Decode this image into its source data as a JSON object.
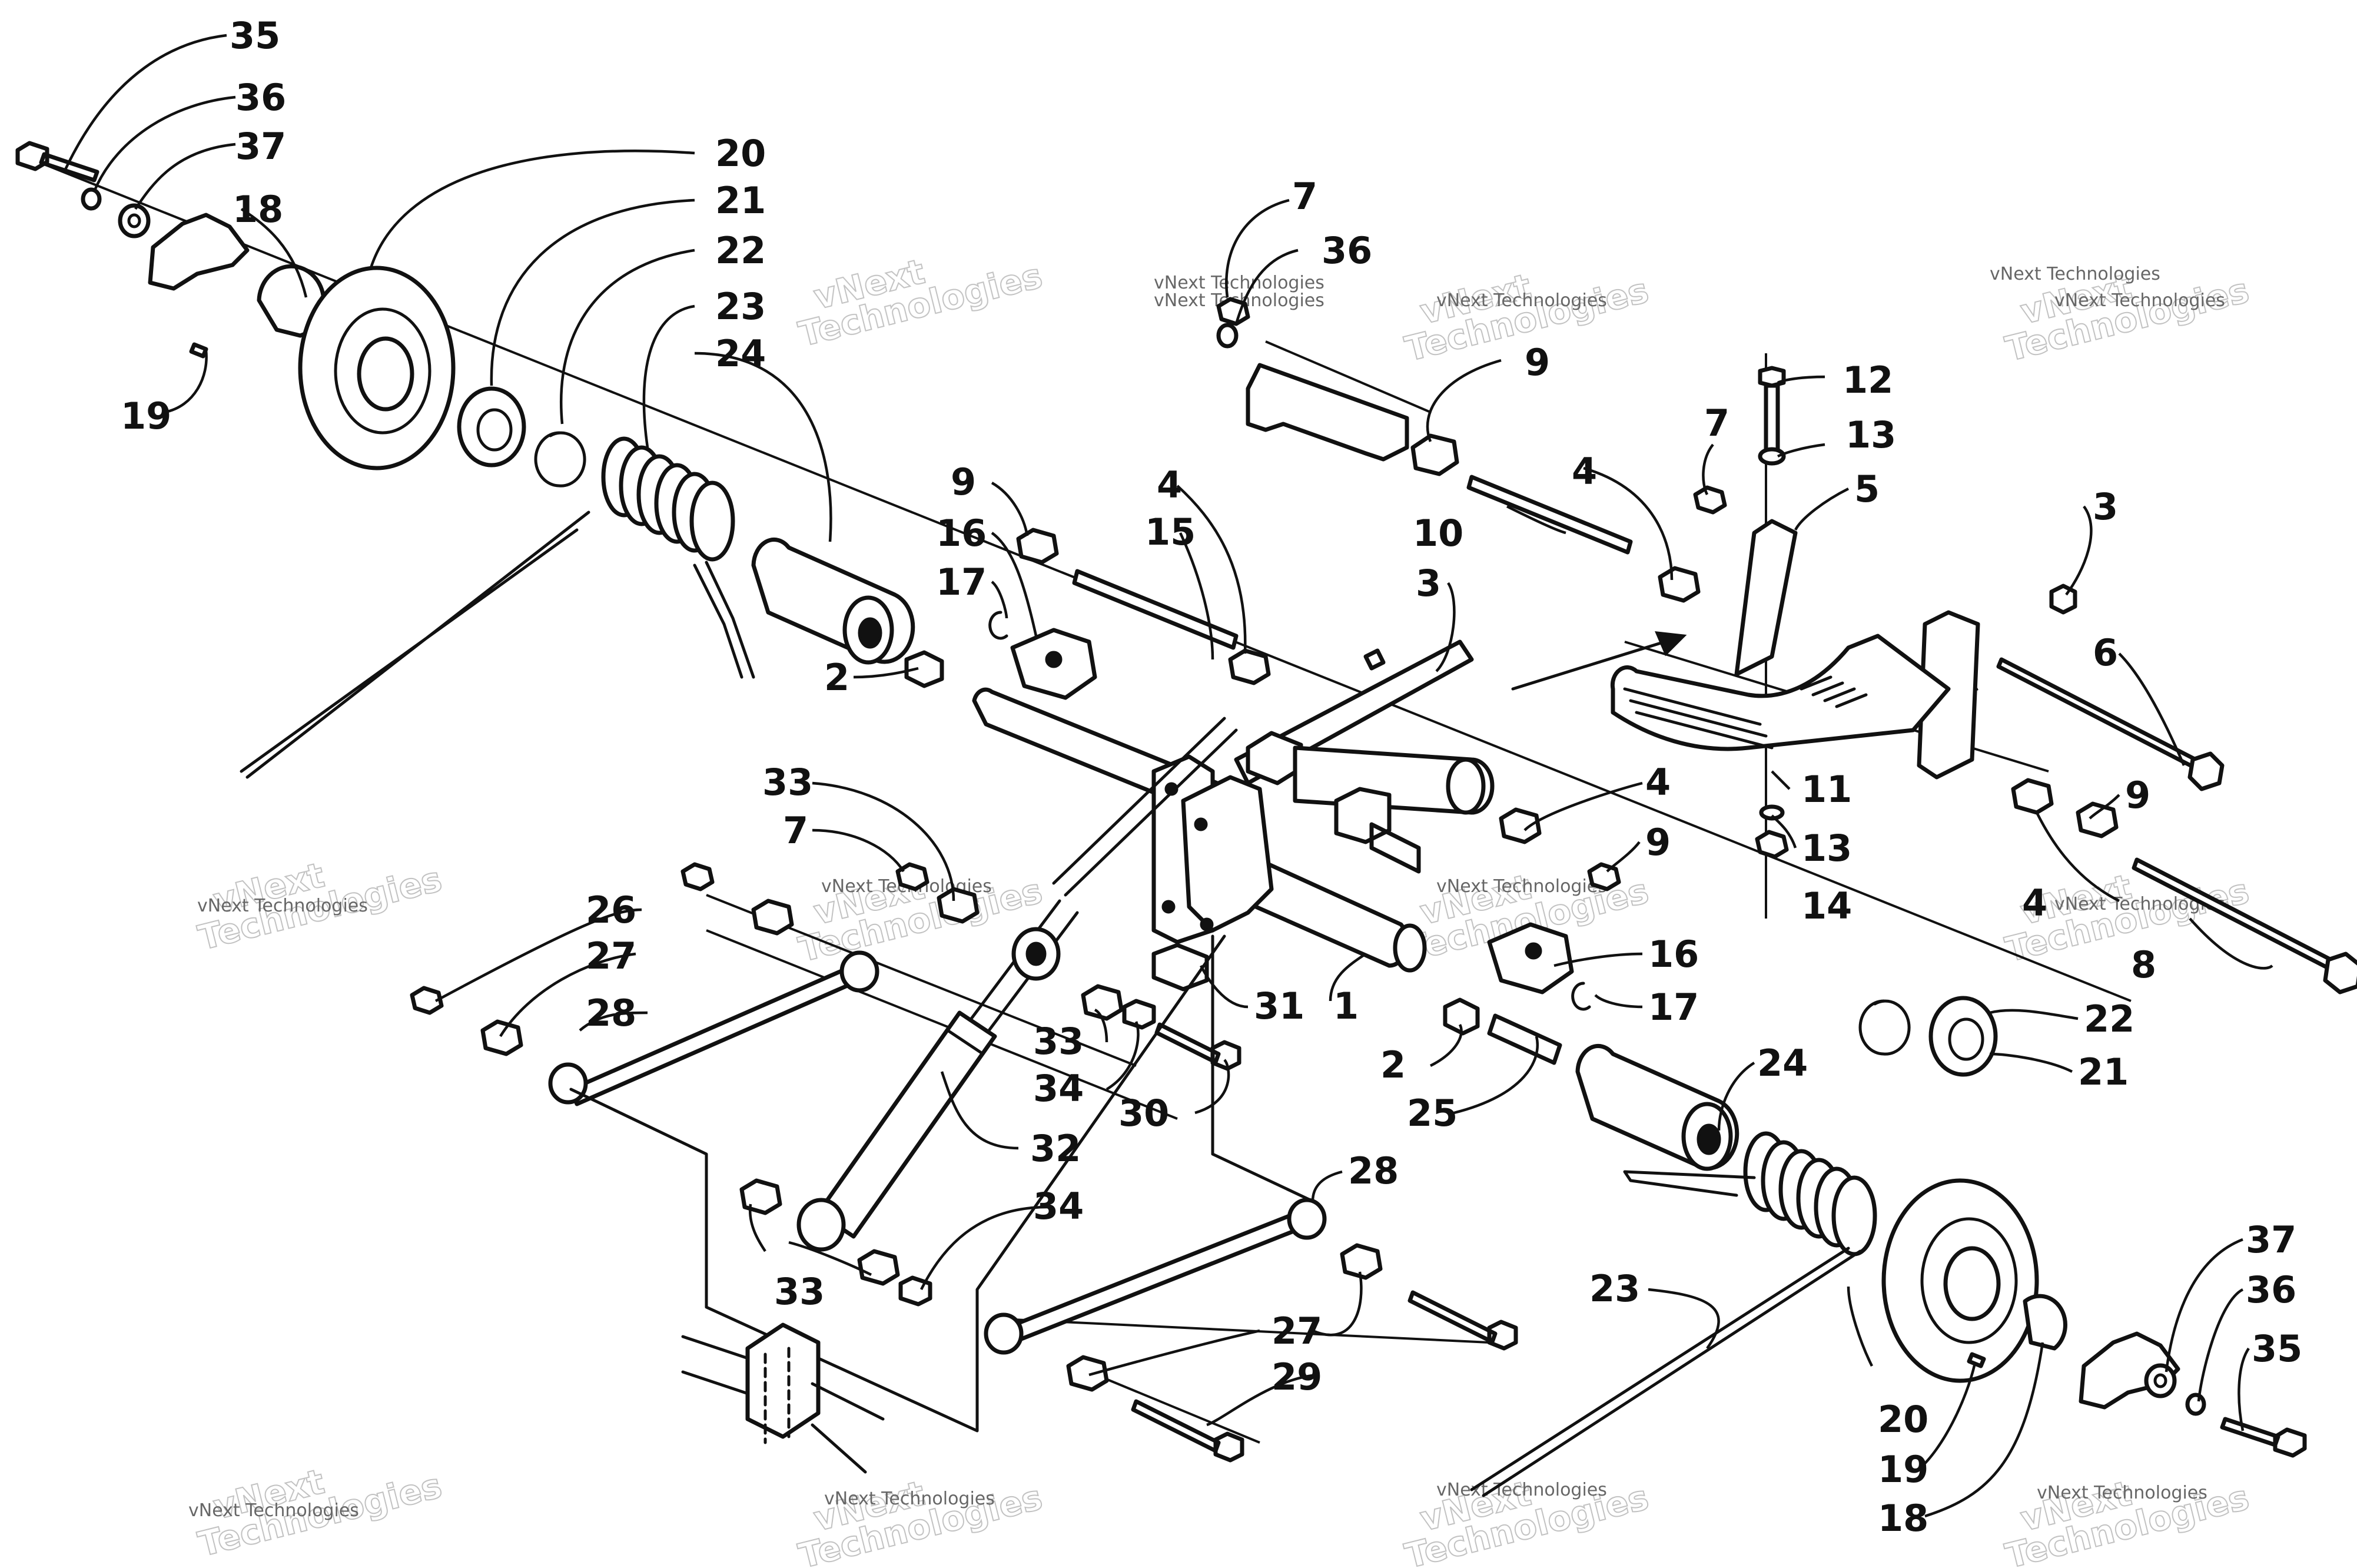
{
  "callouts": [
    {
      "id": "c35a",
      "text": "35"
    },
    {
      "id": "c36a",
      "text": "36"
    },
    {
      "id": "c37a",
      "text": "37"
    },
    {
      "id": "c18a",
      "text": "18"
    },
    {
      "id": "c19a",
      "text": "19"
    },
    {
      "id": "c20a",
      "text": "20"
    },
    {
      "id": "c21a",
      "text": "21"
    },
    {
      "id": "c22a",
      "text": "22"
    },
    {
      "id": "c23a",
      "text": "23"
    },
    {
      "id": "c24a",
      "text": "24"
    },
    {
      "id": "c7a",
      "text": "7"
    },
    {
      "id": "c36b",
      "text": "36"
    },
    {
      "id": "c9a",
      "text": "9"
    },
    {
      "id": "c12",
      "text": "12"
    },
    {
      "id": "c7b",
      "text": "7"
    },
    {
      "id": "c13a",
      "text": "13"
    },
    {
      "id": "c4a",
      "text": "4"
    },
    {
      "id": "c5",
      "text": "5"
    },
    {
      "id": "c10",
      "text": "10"
    },
    {
      "id": "c3a",
      "text": "3"
    },
    {
      "id": "c9b",
      "text": "9"
    },
    {
      "id": "c4b",
      "text": "4"
    },
    {
      "id": "c16a",
      "text": "16"
    },
    {
      "id": "c15",
      "text": "15"
    },
    {
      "id": "c17a",
      "text": "17"
    },
    {
      "id": "c3b",
      "text": "3"
    },
    {
      "id": "c6",
      "text": "6"
    },
    {
      "id": "c2a",
      "text": "2"
    },
    {
      "id": "c33a",
      "text": "33"
    },
    {
      "id": "c7c",
      "text": "7"
    },
    {
      "id": "c4c",
      "text": "4"
    },
    {
      "id": "c9c",
      "text": "9"
    },
    {
      "id": "c11",
      "text": "11"
    },
    {
      "id": "c13b",
      "text": "13"
    },
    {
      "id": "c14",
      "text": "14"
    },
    {
      "id": "c9d",
      "text": "9"
    },
    {
      "id": "c4d",
      "text": "4"
    },
    {
      "id": "c26",
      "text": "26"
    },
    {
      "id": "c27a",
      "text": "27"
    },
    {
      "id": "c28a",
      "text": "28"
    },
    {
      "id": "c16b",
      "text": "16"
    },
    {
      "id": "c31",
      "text": "31"
    },
    {
      "id": "c1",
      "text": "1"
    },
    {
      "id": "c17b",
      "text": "17"
    },
    {
      "id": "c8",
      "text": "8"
    },
    {
      "id": "c33b",
      "text": "33"
    },
    {
      "id": "c34a",
      "text": "34"
    },
    {
      "id": "c30",
      "text": "30"
    },
    {
      "id": "c2b",
      "text": "2"
    },
    {
      "id": "c25",
      "text": "25"
    },
    {
      "id": "c24b",
      "text": "24"
    },
    {
      "id": "c22b",
      "text": "22"
    },
    {
      "id": "c21b",
      "text": "21"
    },
    {
      "id": "c32",
      "text": "32"
    },
    {
      "id": "c28b",
      "text": "28"
    },
    {
      "id": "c34b",
      "text": "34"
    },
    {
      "id": "c33c",
      "text": "33"
    },
    {
      "id": "c23b",
      "text": "23"
    },
    {
      "id": "c37b",
      "text": "37"
    },
    {
      "id": "c36c",
      "text": "36"
    },
    {
      "id": "c35b",
      "text": "35"
    },
    {
      "id": "c27b",
      "text": "27"
    },
    {
      "id": "c29",
      "text": "29"
    },
    {
      "id": "c20b",
      "text": "20"
    },
    {
      "id": "c19b",
      "text": "19"
    },
    {
      "id": "c18b",
      "text": "18"
    }
  ],
  "watermark": {
    "small": "vNext Technologies",
    "large": "Technologies",
    "large_prefix": "vNext"
  }
}
